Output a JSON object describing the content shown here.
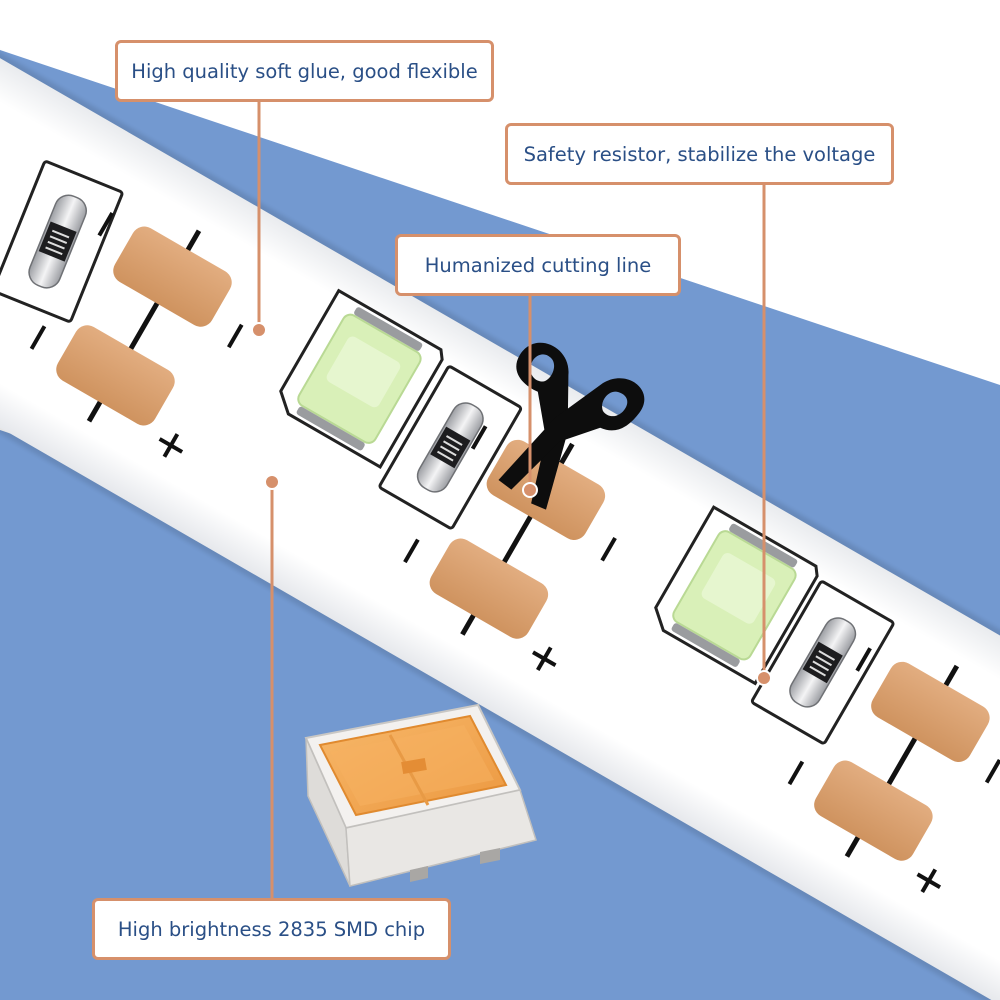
{
  "callouts": {
    "glue": "High quality soft glue, good flexible",
    "resistor": "Safety resistor, stabilize the voltage",
    "cutting": "Humanized cutting line",
    "chip": "High brightness 2835 SMD chip"
  },
  "symbols": {
    "minus": "−",
    "plus": "+"
  },
  "colors": {
    "band": "#7399d0",
    "strip": "#ffffff",
    "pad": "#d9a173",
    "pad_edge": "#b97f52",
    "led_face": "#d3edb0",
    "chip_lens": "#f2a552",
    "callout_border": "#d6906b",
    "callout_text": "#2a4f86"
  },
  "icons": [
    "scissors-icon",
    "smd-chip-icon"
  ]
}
